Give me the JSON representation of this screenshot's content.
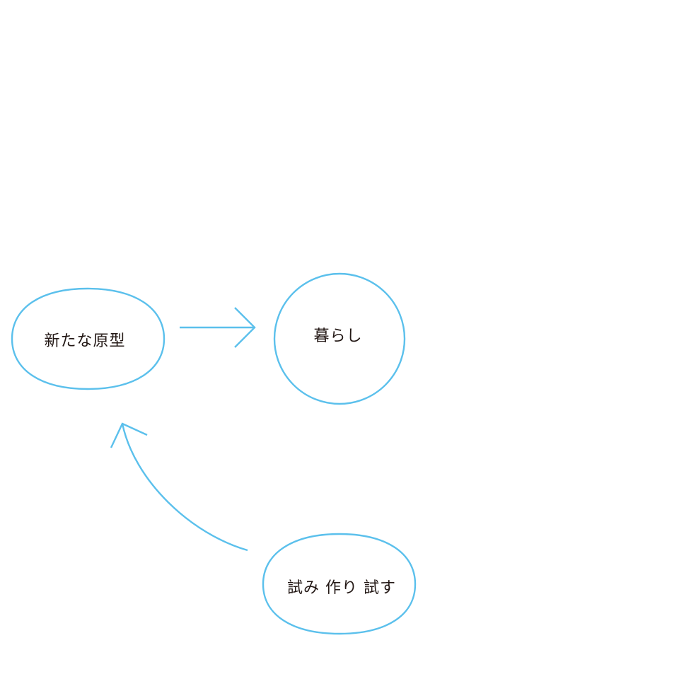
{
  "colors": {
    "stroke": "#5bc0ec",
    "text": "#231815"
  },
  "nodes": {
    "prototype": {
      "label": "新たな原型"
    },
    "living": {
      "label": "暮らし"
    },
    "trial": {
      "label": "試み 作り 試す"
    }
  },
  "edges": [
    {
      "from": "prototype",
      "to": "living"
    },
    {
      "from": "trial",
      "to": "prototype"
    }
  ]
}
